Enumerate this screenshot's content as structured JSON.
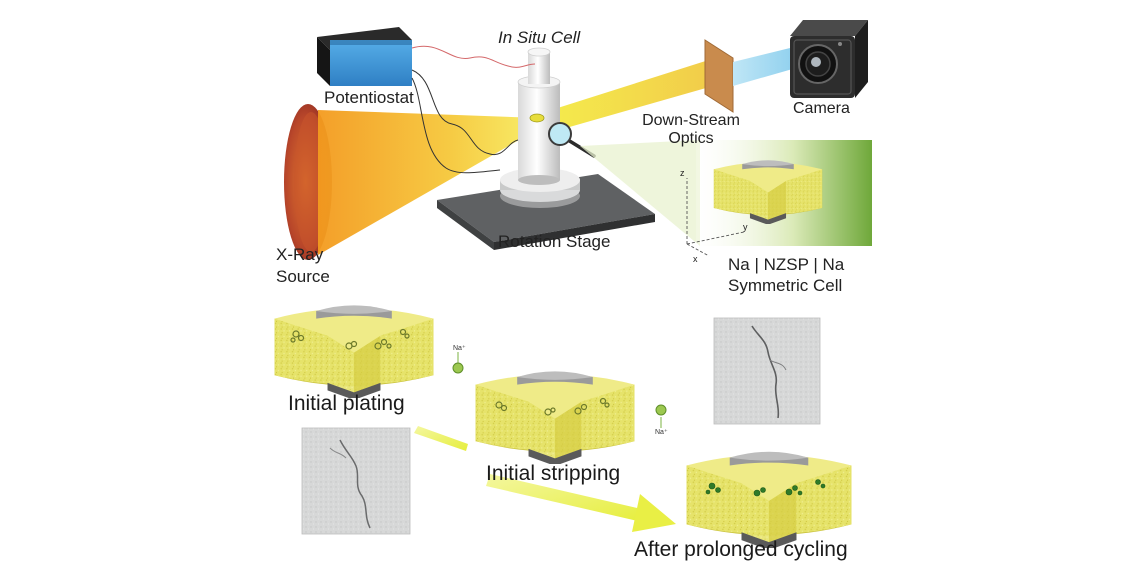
{
  "figure": {
    "labels": {
      "in_situ_cell": "In Situ Cell",
      "potentiostat": "Potentiostat",
      "camera": "Camera",
      "down_stream_line1": "Down-Stream",
      "down_stream_line2": "Optics",
      "xray_line1": "X-Ray",
      "xray_line2": "Source",
      "rotation_stage": "Rotation Stage",
      "cell_line1": "Na | NZSP | Na",
      "cell_line2": "Symmetric Cell",
      "axis_z": "z",
      "axis_y": "y",
      "axis_x": "x",
      "initial_plating": "Initial plating",
      "initial_stripping": "Initial stripping",
      "after_cycling": "After prolonged cycling",
      "na_ion": "Na⁺"
    },
    "colors": {
      "electrolyte_yellow": "#e4e36a",
      "electrolyte_side": "#c9c23a",
      "sodium_gray": "#8d8d8d",
      "beam_orange": "#f4a020",
      "beam_yellow": "#f6ef5a",
      "arrow_yellow": "#eef36a",
      "potentiostat_blue": "#3d96d8",
      "green_panel": "#86b648"
    }
  }
}
